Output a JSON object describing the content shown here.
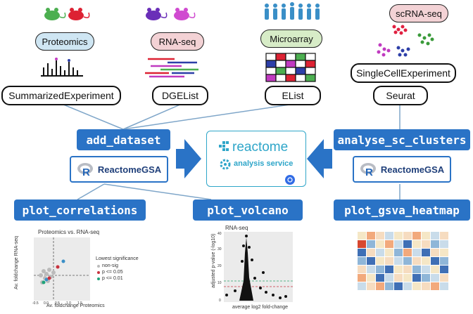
{
  "datatypes": {
    "proteomics": "Proteomics",
    "rnaseq": "RNA-seq",
    "microarray": "Microarray",
    "scrnaseq": "scRNA-seq"
  },
  "classes": {
    "summarized": "SummarizedExperiment",
    "dgelist": "DGEList",
    "elist": "EList",
    "singlecell": "SingleCellExperiment",
    "seurat": "Seurat"
  },
  "functions": {
    "add_dataset": "add_dataset",
    "analyse_sc_clusters": "analyse_sc_clusters",
    "plot_correlations": "plot_correlations",
    "plot_volcano": "plot_volcano",
    "plot_gsva_heatmap": "plot_gsva_heatmap"
  },
  "reactomegsa": "ReactomeGSA",
  "reactome": {
    "name": "reactome",
    "service": "analysis service"
  },
  "correlation_plot": {
    "title": "Proteomics vs. RNA-seq",
    "xlabel": "Av. foldchange Proteomics",
    "ylabel": "Av. foldchange RNA-seq",
    "legend_title": "Lowest significance",
    "legend_items": [
      "non-sig",
      "p <= 0.05",
      "p <= 0.01"
    ],
    "x_ticks": [
      "-0.5",
      "0.0",
      "0.5",
      "1.0",
      "1.5"
    ]
  },
  "volcano_plot": {
    "title": "RNA-seq",
    "xlabel": "average log2 fold-change",
    "ylabel": "adjusted p-value (-log10)",
    "y_ticks": [
      "0",
      "10",
      "20",
      "30",
      "40"
    ]
  },
  "colors": {
    "fn_blue": "#2a73c6",
    "proteomics_fill": "#cfe6f3",
    "rnaseq_fill": "#f3d2d5",
    "microarray_fill": "#d7ecc7",
    "line_blue": "#7fa6c9"
  }
}
